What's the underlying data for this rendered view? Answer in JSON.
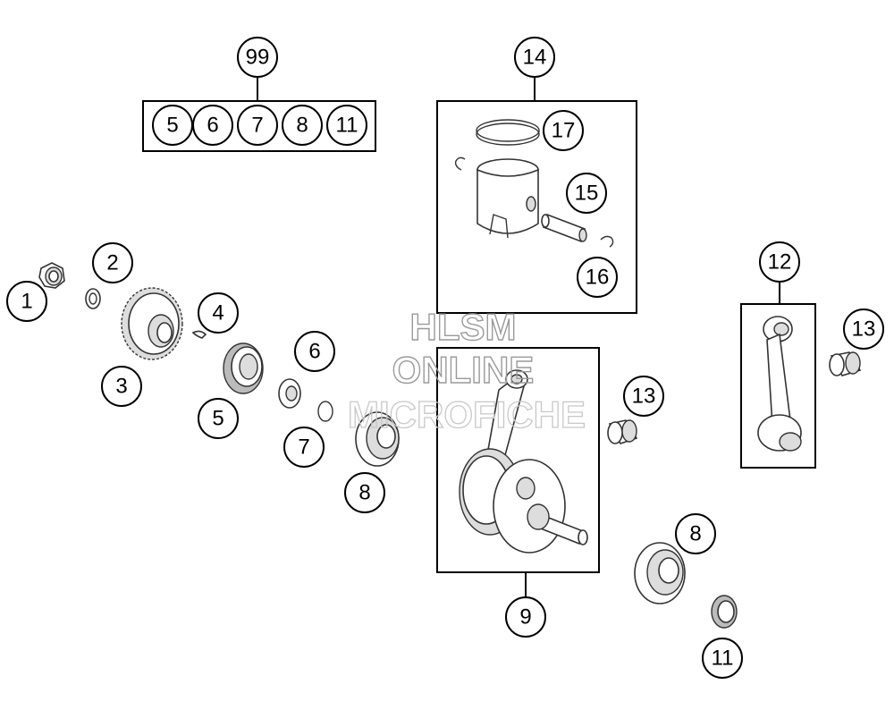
{
  "watermark": {
    "line1": "HLSM",
    "line2": "ONLINE",
    "line3": "MICROFICHE"
  },
  "kit": {
    "label": "99",
    "items": [
      "5",
      "6",
      "7",
      "8",
      "11"
    ]
  },
  "piston_group": {
    "label": "14",
    "parts": [
      "17",
      "15",
      "16"
    ]
  },
  "crankshaft_group": {
    "label": "9"
  },
  "conrod_group": {
    "label": "12"
  },
  "callouts": {
    "c1": "1",
    "c2": "2",
    "c3": "3",
    "c4": "4",
    "c5": "5",
    "c6": "6",
    "c7": "7",
    "c8a": "8",
    "c8b": "8",
    "c11": "11",
    "c13a": "13",
    "c13b": "13"
  }
}
